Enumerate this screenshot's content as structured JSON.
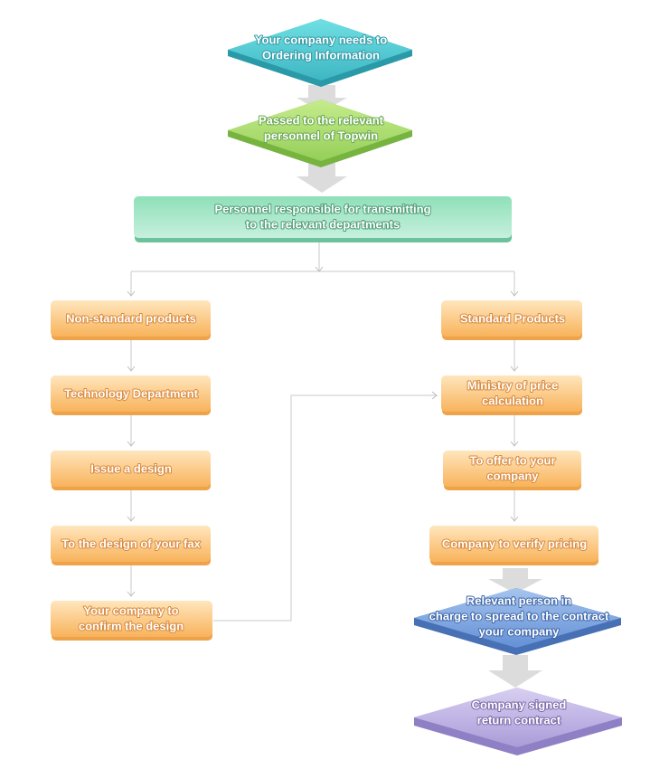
{
  "colors": {
    "orange_top": "#ffdca4",
    "orange_bottom": "#f7b45e",
    "teal": "#4ec8d0",
    "green": "#a7d96d",
    "mint": "#6fd2a8",
    "blue": "#7aa3de",
    "purple": "#b9aee0",
    "connector": "#c9c9c9",
    "big_arrow": "#dcdcdc"
  },
  "nodes": {
    "start": [
      "Your company needs to",
      "Ordering Information"
    ],
    "passed": [
      "Passed to the relevant",
      "personnel of Topwin"
    ],
    "personnel": [
      "Personnel responsible for transmitting",
      "to the relevant departments"
    ],
    "nonstandard": [
      "Non-standard products"
    ],
    "technology": [
      "Technology Department"
    ],
    "issue": [
      "Issue a design"
    ],
    "fax": [
      "To the design of your fax"
    ],
    "confirm": [
      "Your company to",
      "confirm the design"
    ],
    "standard": [
      "Standard Products"
    ],
    "ministry": [
      "Ministry of price",
      "calculation"
    ],
    "offer": [
      "To offer to your",
      "company"
    ],
    "verify": [
      "Company to verify pricing"
    ],
    "relevant": [
      "Relevant person in",
      "charge to spread to the contract",
      "your company"
    ],
    "signed": [
      "Company signed",
      "return contract"
    ]
  }
}
